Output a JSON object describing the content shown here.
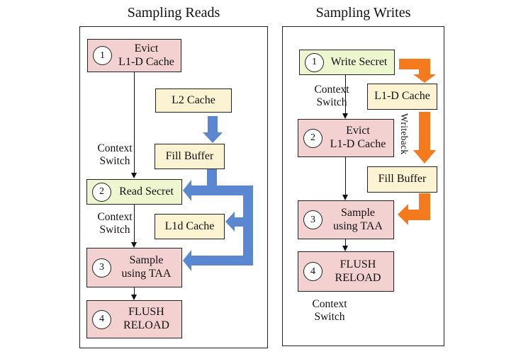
{
  "colors": {
    "pink": "#f3d1d1",
    "yellow": "#fcf3d2",
    "green": "#eef6d0",
    "blue": "#5b87d1",
    "orange": "#f5791d"
  },
  "left": {
    "title": "Sampling Reads",
    "step1": {
      "num": "1",
      "line1": "Evict",
      "line2": "L1-D Cache"
    },
    "l2_cache": "L2 Cache",
    "context_switch_a": {
      "line1": "Context",
      "line2": "Switch"
    },
    "fill_buffer": "Fill Buffer",
    "step2": {
      "num": "2",
      "label": "Read Secret"
    },
    "context_switch_b": {
      "line1": "Context",
      "line2": "Switch"
    },
    "l1d_cache": "L1d Cache",
    "step3": {
      "num": "3",
      "line1": "Sample",
      "line2": "using TAA"
    },
    "step4": {
      "num": "4",
      "line1": "FLUSH",
      "line2": "RELOAD"
    }
  },
  "right": {
    "title": "Sampling Writes",
    "step1": {
      "num": "1",
      "label": "Write Secret"
    },
    "context_switch_a": {
      "line1": "Context",
      "line2": "Switch"
    },
    "l1d_cache": "L1-D Cache",
    "step2": {
      "num": "2",
      "line1": "Evict",
      "line2": "L1-D Cache"
    },
    "writeback_label": "Writeback",
    "fill_buffer": "Fill Buffer",
    "step3": {
      "num": "3",
      "line1": "Sample",
      "line2": "using TAA"
    },
    "step4": {
      "num": "4",
      "line1": "FLUSH",
      "line2": "RELOAD"
    },
    "context_switch_b": {
      "line1": "Context",
      "line2": "Switch"
    }
  }
}
